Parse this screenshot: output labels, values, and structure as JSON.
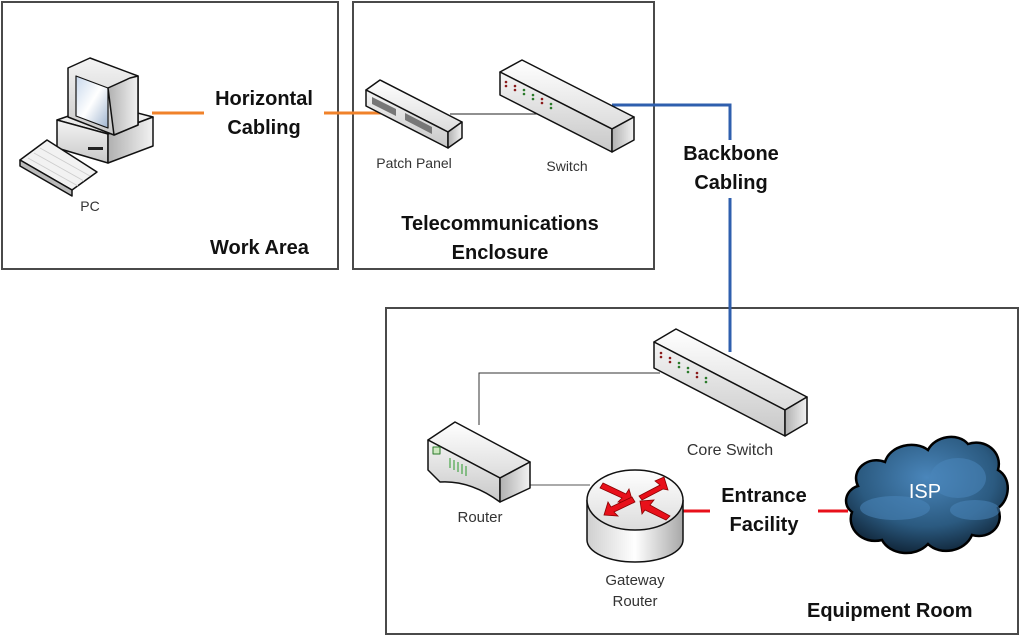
{
  "areas": {
    "work_area": "Work Area",
    "telecom_enclosure_line1": "Telecommunications",
    "telecom_enclosure_line2": "Enclosure",
    "equipment_room": "Equipment Room"
  },
  "devices": {
    "pc": "PC",
    "patch_panel": "Patch Panel",
    "switch": "Switch",
    "core_switch": "Core Switch",
    "router": "Router",
    "gateway_router_line1": "Gateway",
    "gateway_router_line2": "Router",
    "isp": "ISP"
  },
  "cabling": {
    "horizontal_line1": "Horizontal",
    "horizontal_line2": "Cabling",
    "backbone_line1": "Backbone",
    "backbone_line2": "Cabling",
    "entrance_line1": "Entrance",
    "entrance_line2": "Facility"
  },
  "colors": {
    "horizontal": "#f0822a",
    "backbone": "#2f5fae",
    "entrance": "#e8101a"
  }
}
